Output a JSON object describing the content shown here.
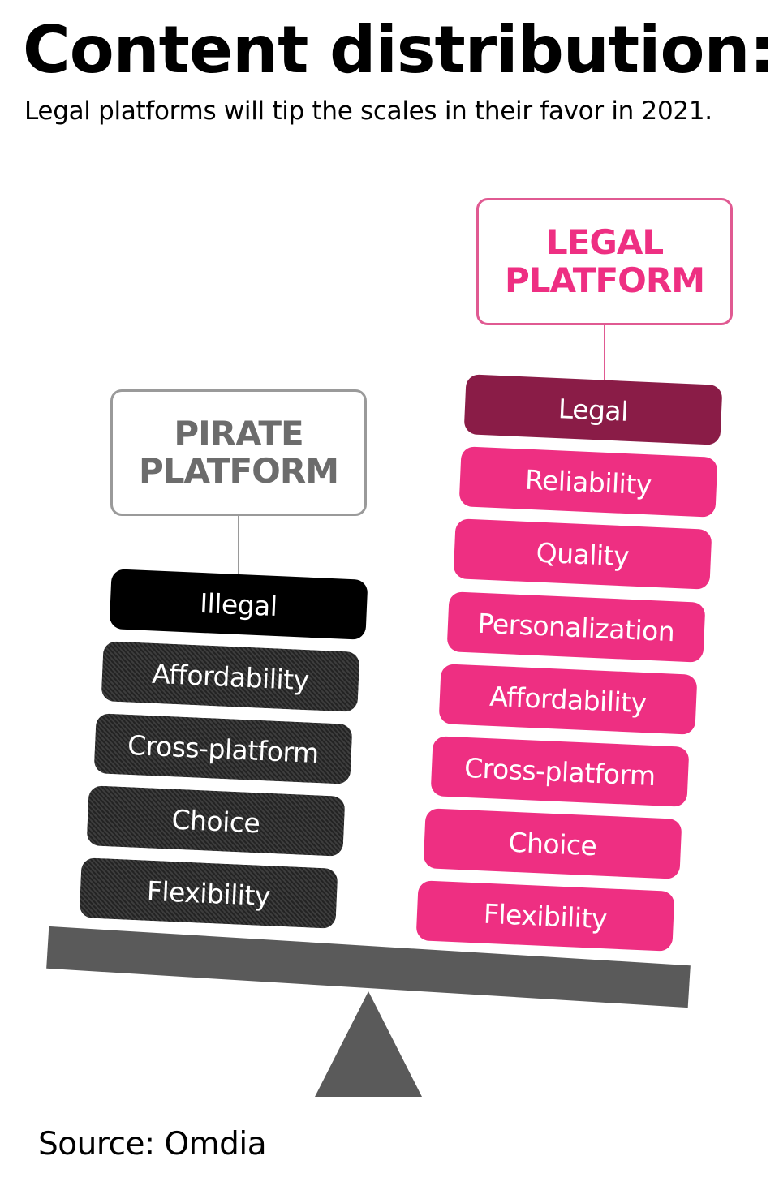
{
  "header": {
    "title": "Content distribution:",
    "subtitle": "Legal platforms will tip the scales in their favor in 2021."
  },
  "legal_platform": {
    "label_line1": "LEGAL",
    "label_line2": "PLATFORM",
    "color": "#ee2f82",
    "top_color": "#8a1c47",
    "blocks": [
      "Legal",
      "Reliability",
      "Quality",
      "Personalization",
      "Affordability",
      "Cross-platform",
      "Choice",
      "Flexibility"
    ]
  },
  "pirate_platform": {
    "label_line1": "PIRATE",
    "label_line2": "PLATFORM",
    "color": "#2b2b2b",
    "blocks": [
      "Illegal",
      "Affordability",
      "Cross-platform",
      "Choice",
      "Flexibility"
    ]
  },
  "footer": {
    "source": "Source: Omdia"
  }
}
